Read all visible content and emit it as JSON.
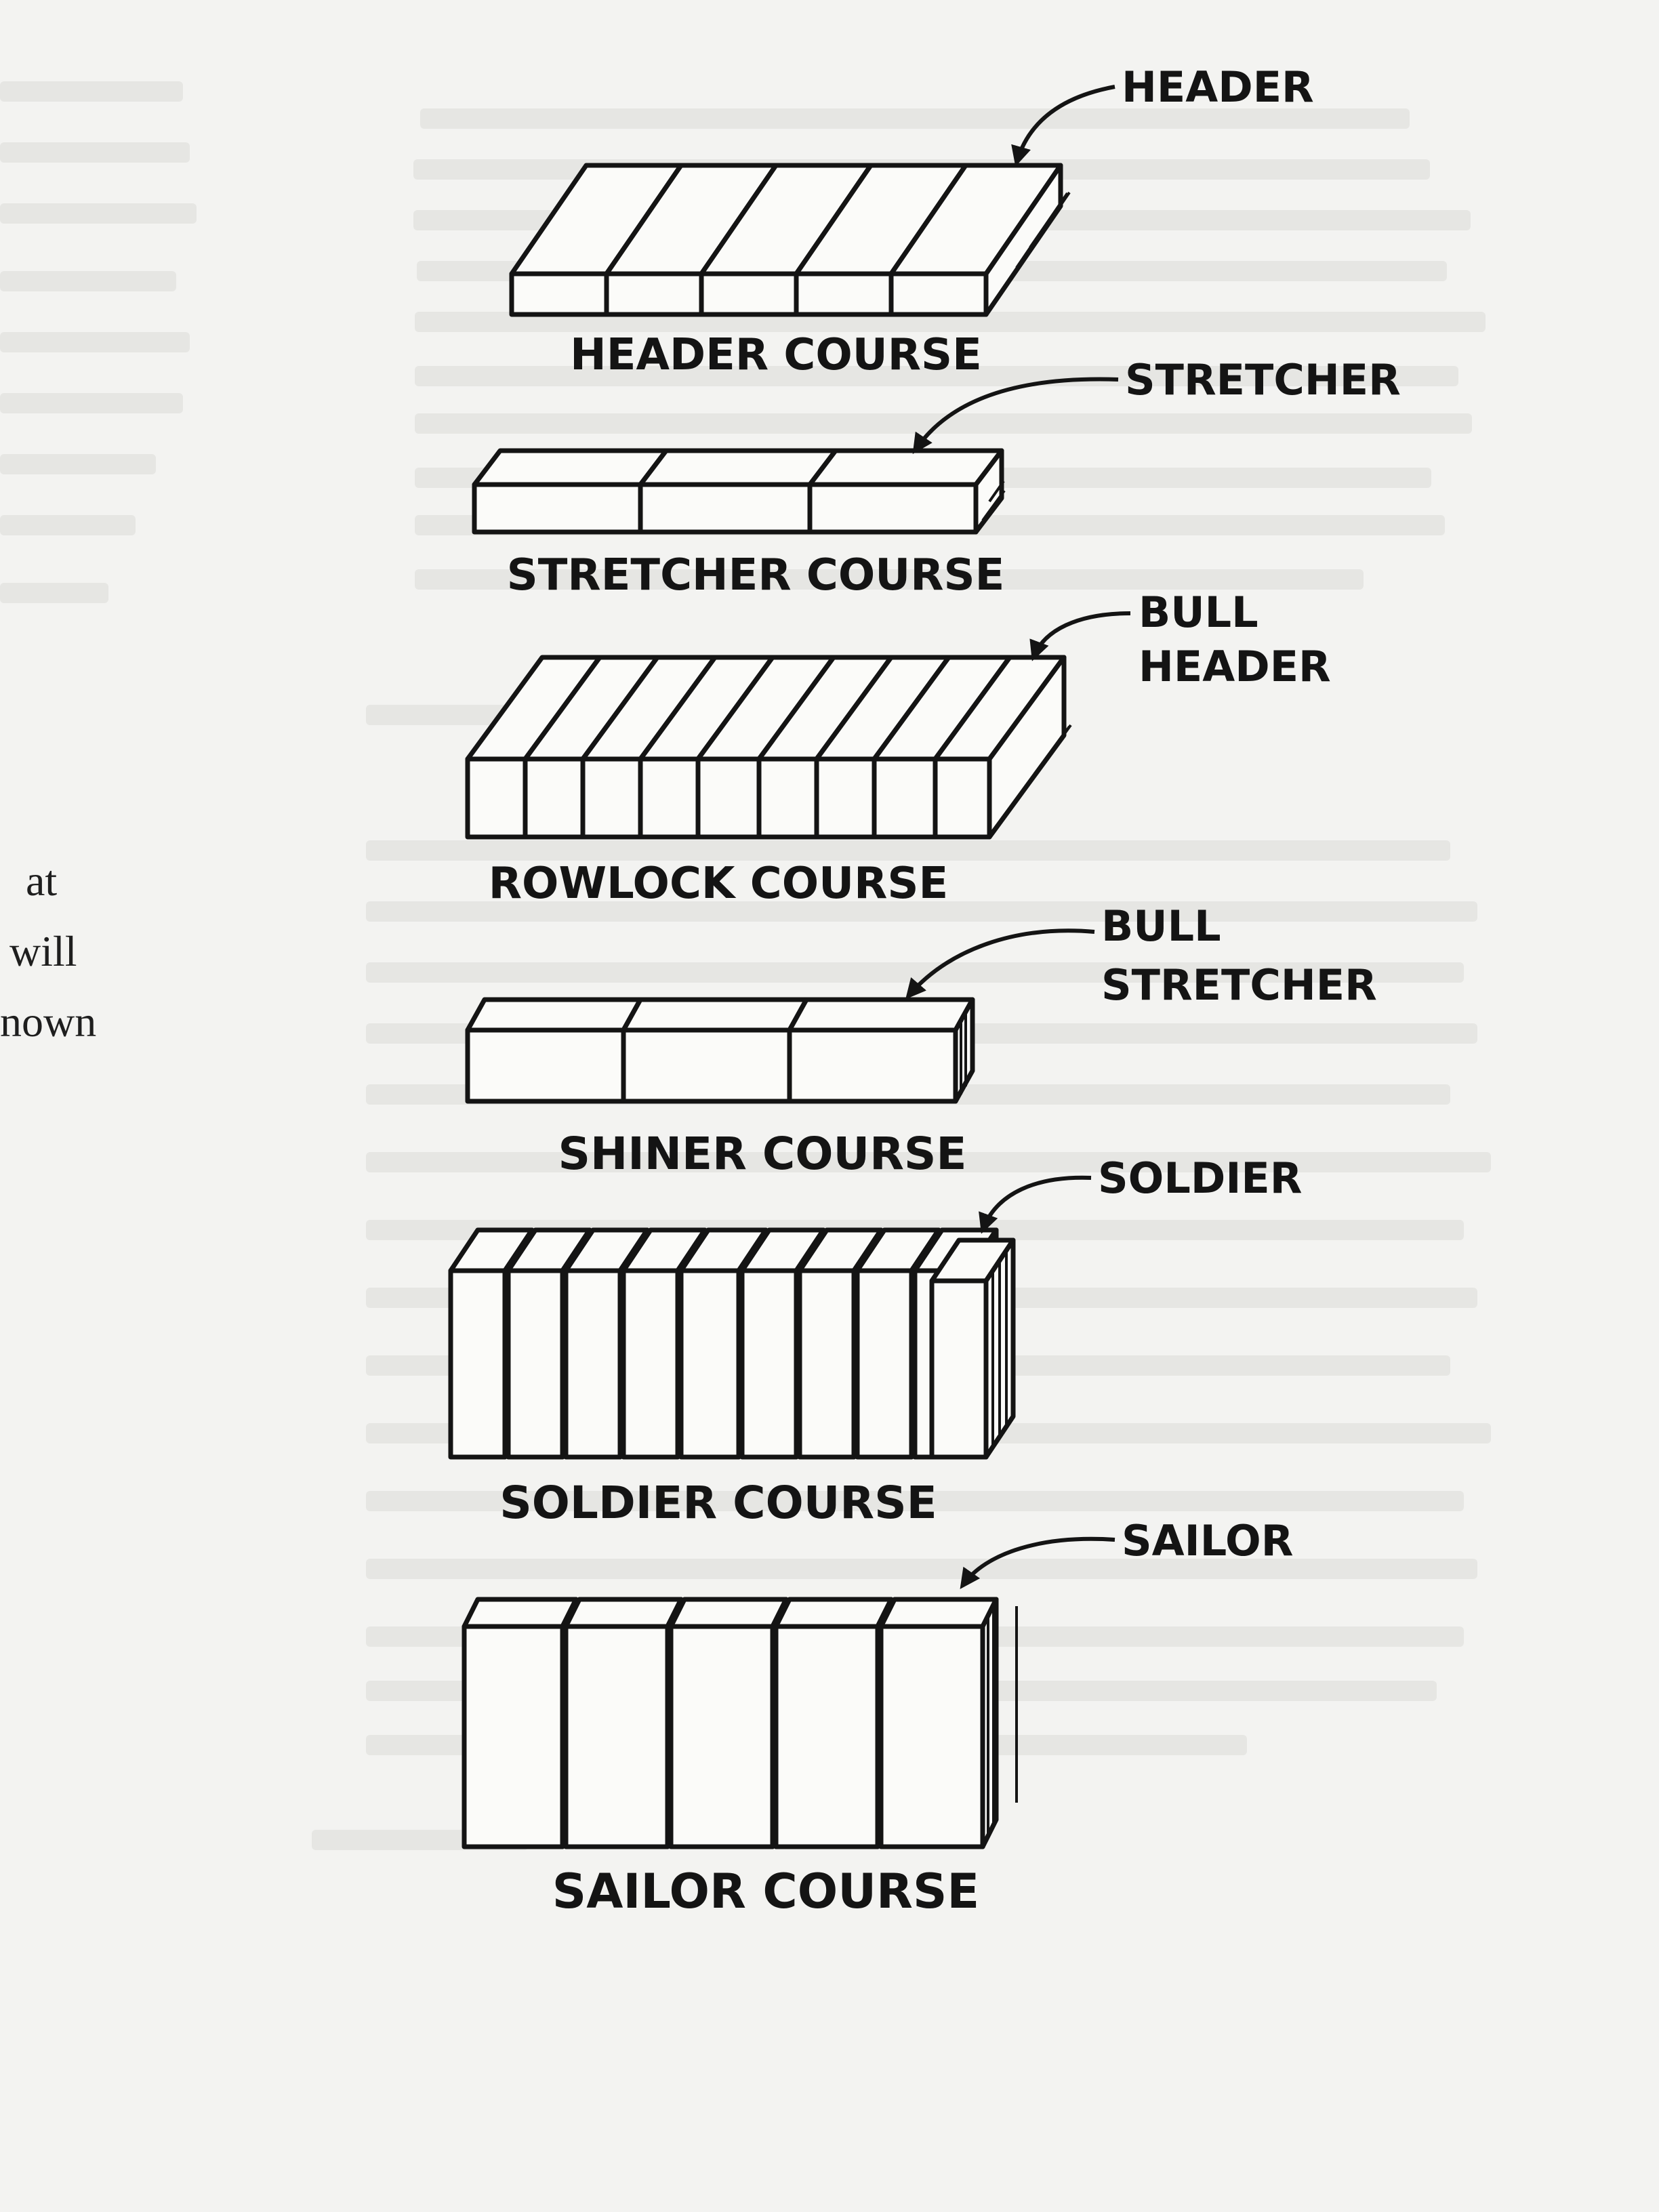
{
  "margin_text": {
    "line1": "at",
    "line2": "will",
    "line3": "nown"
  },
  "diagram": {
    "courses": [
      {
        "id": "header",
        "course_label": "HEADER COURSE",
        "callout": [
          "HEADER"
        ]
      },
      {
        "id": "stretcher",
        "course_label": "STRETCHER COURSE",
        "callout": [
          "STRETCHER"
        ]
      },
      {
        "id": "rowlock",
        "course_label": "ROWLOCK COURSE",
        "callout": [
          "BULL",
          "HEADER"
        ]
      },
      {
        "id": "shiner",
        "course_label": "SHINER COURSE",
        "callout": [
          "BULL",
          "STRETCHER"
        ]
      },
      {
        "id": "soldier",
        "course_label": "SOLDIER COURSE",
        "callout": [
          "SOLDIER"
        ]
      },
      {
        "id": "sailor",
        "course_label": "SAILOR COURSE",
        "callout": [
          "SAILOR"
        ]
      }
    ]
  },
  "colors": {
    "ink": "#141414",
    "paper": "#f3f3f1",
    "brick_face": "#fbfbf9",
    "ghost_text": "#e6e6e3"
  }
}
